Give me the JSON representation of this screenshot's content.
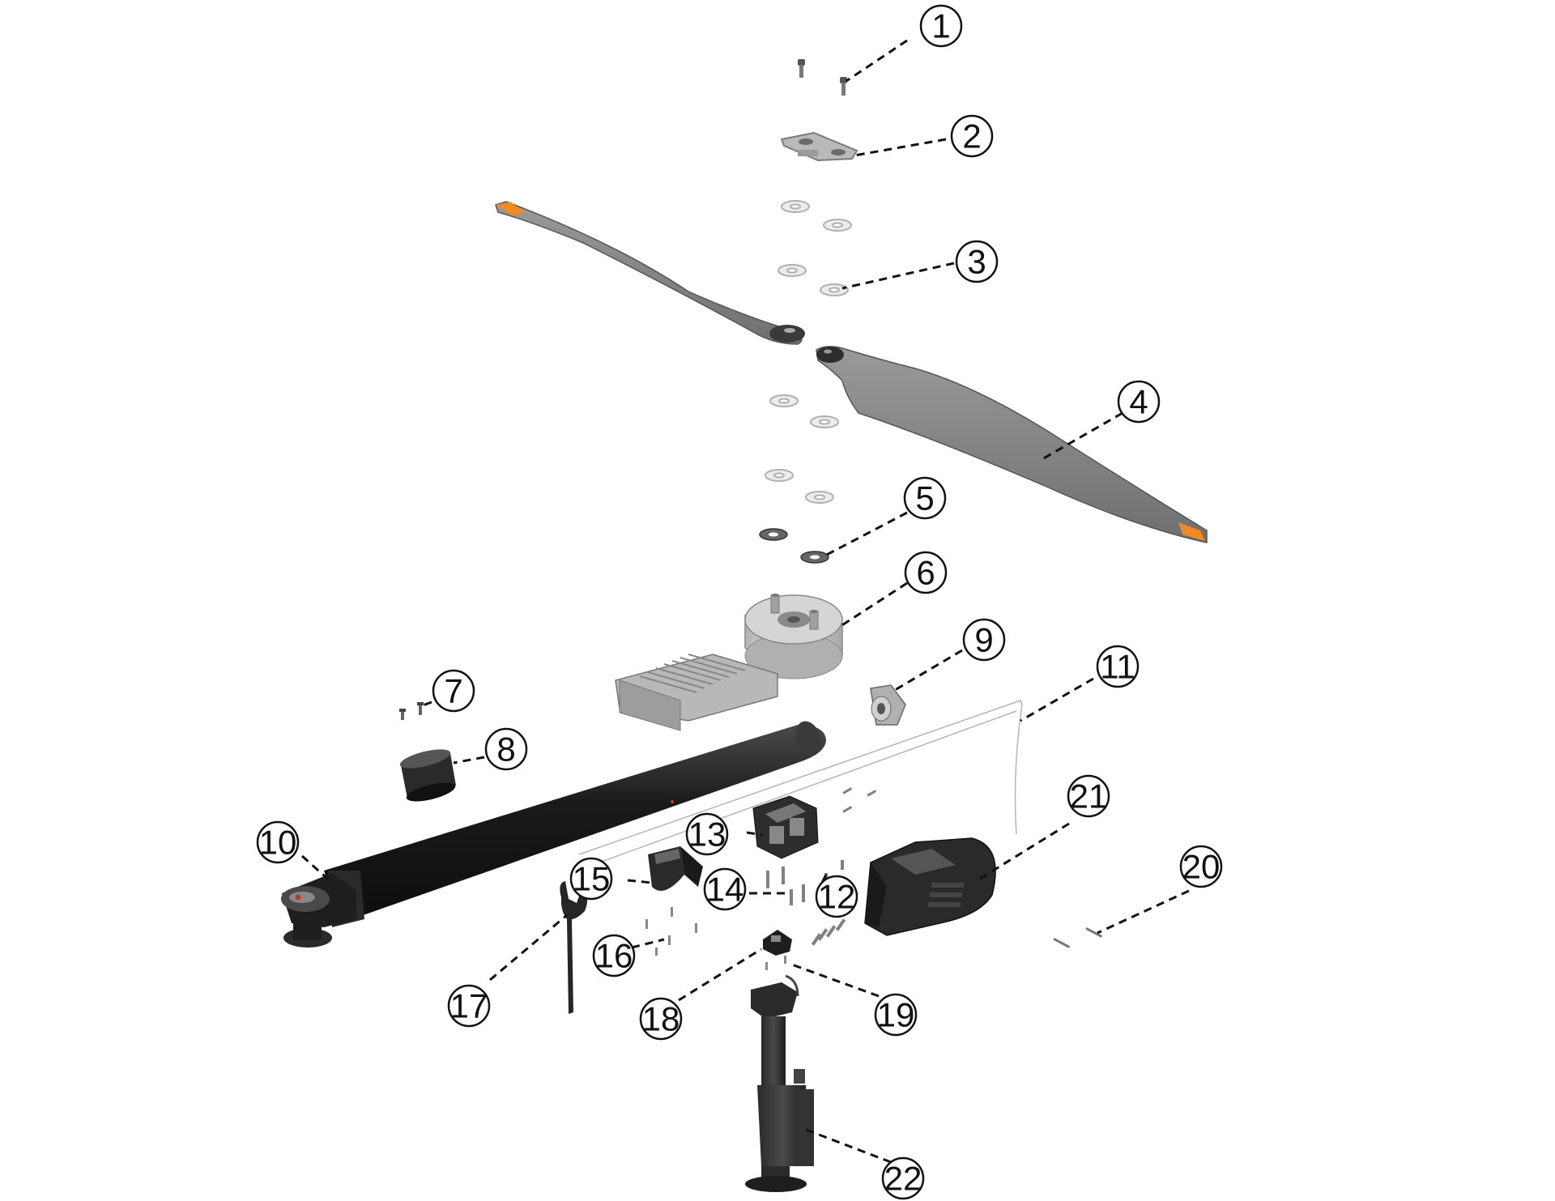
{
  "diagram": {
    "type": "exploded-assembly",
    "colors": {
      "leader": "#111111",
      "callout_stroke": "#111111",
      "blade_gray": "#8c8c8c",
      "blade_dark": "#3a3a3a",
      "tip_orange": "#f08a24",
      "arm_black": "#1e1e1e",
      "motor_gray": "#c8c8c8",
      "washer": "#e0e0e0"
    },
    "callouts": [
      {
        "id": "1",
        "label": "1",
        "part": "screw-icon"
      },
      {
        "id": "2",
        "label": "2",
        "part": "clamp-plate-icon"
      },
      {
        "id": "3",
        "label": "3",
        "part": "washer-icon"
      },
      {
        "id": "4",
        "label": "4",
        "part": "propeller-blade-icon"
      },
      {
        "id": "5",
        "label": "5",
        "part": "dark-washer-icon"
      },
      {
        "id": "6",
        "label": "6",
        "part": "motor-icon"
      },
      {
        "id": "7",
        "label": "7",
        "part": "small-screw-icon"
      },
      {
        "id": "8",
        "label": "8",
        "part": "sleeve-icon"
      },
      {
        "id": "9",
        "label": "9",
        "part": "connector-icon"
      },
      {
        "id": "10",
        "label": "10",
        "part": "arm-tube-icon"
      },
      {
        "id": "11",
        "label": "11",
        "part": "cable-icon"
      },
      {
        "id": "12",
        "label": "12",
        "part": "screw-icon"
      },
      {
        "id": "13",
        "label": "13",
        "part": "arm-bracket-icon"
      },
      {
        "id": "14",
        "label": "14",
        "part": "screw-icon"
      },
      {
        "id": "15",
        "label": "15",
        "part": "clamp-icon"
      },
      {
        "id": "16",
        "label": "16",
        "part": "screw-icon"
      },
      {
        "id": "17",
        "label": "17",
        "part": "wrench-icon"
      },
      {
        "id": "18",
        "label": "18",
        "part": "bracket-icon"
      },
      {
        "id": "19",
        "label": "19",
        "part": "screw-icon"
      },
      {
        "id": "20",
        "label": "20",
        "part": "pin-icon"
      },
      {
        "id": "21",
        "label": "21",
        "part": "hinge-housing-icon"
      },
      {
        "id": "22",
        "label": "22",
        "part": "landing-leg-icon"
      }
    ]
  }
}
